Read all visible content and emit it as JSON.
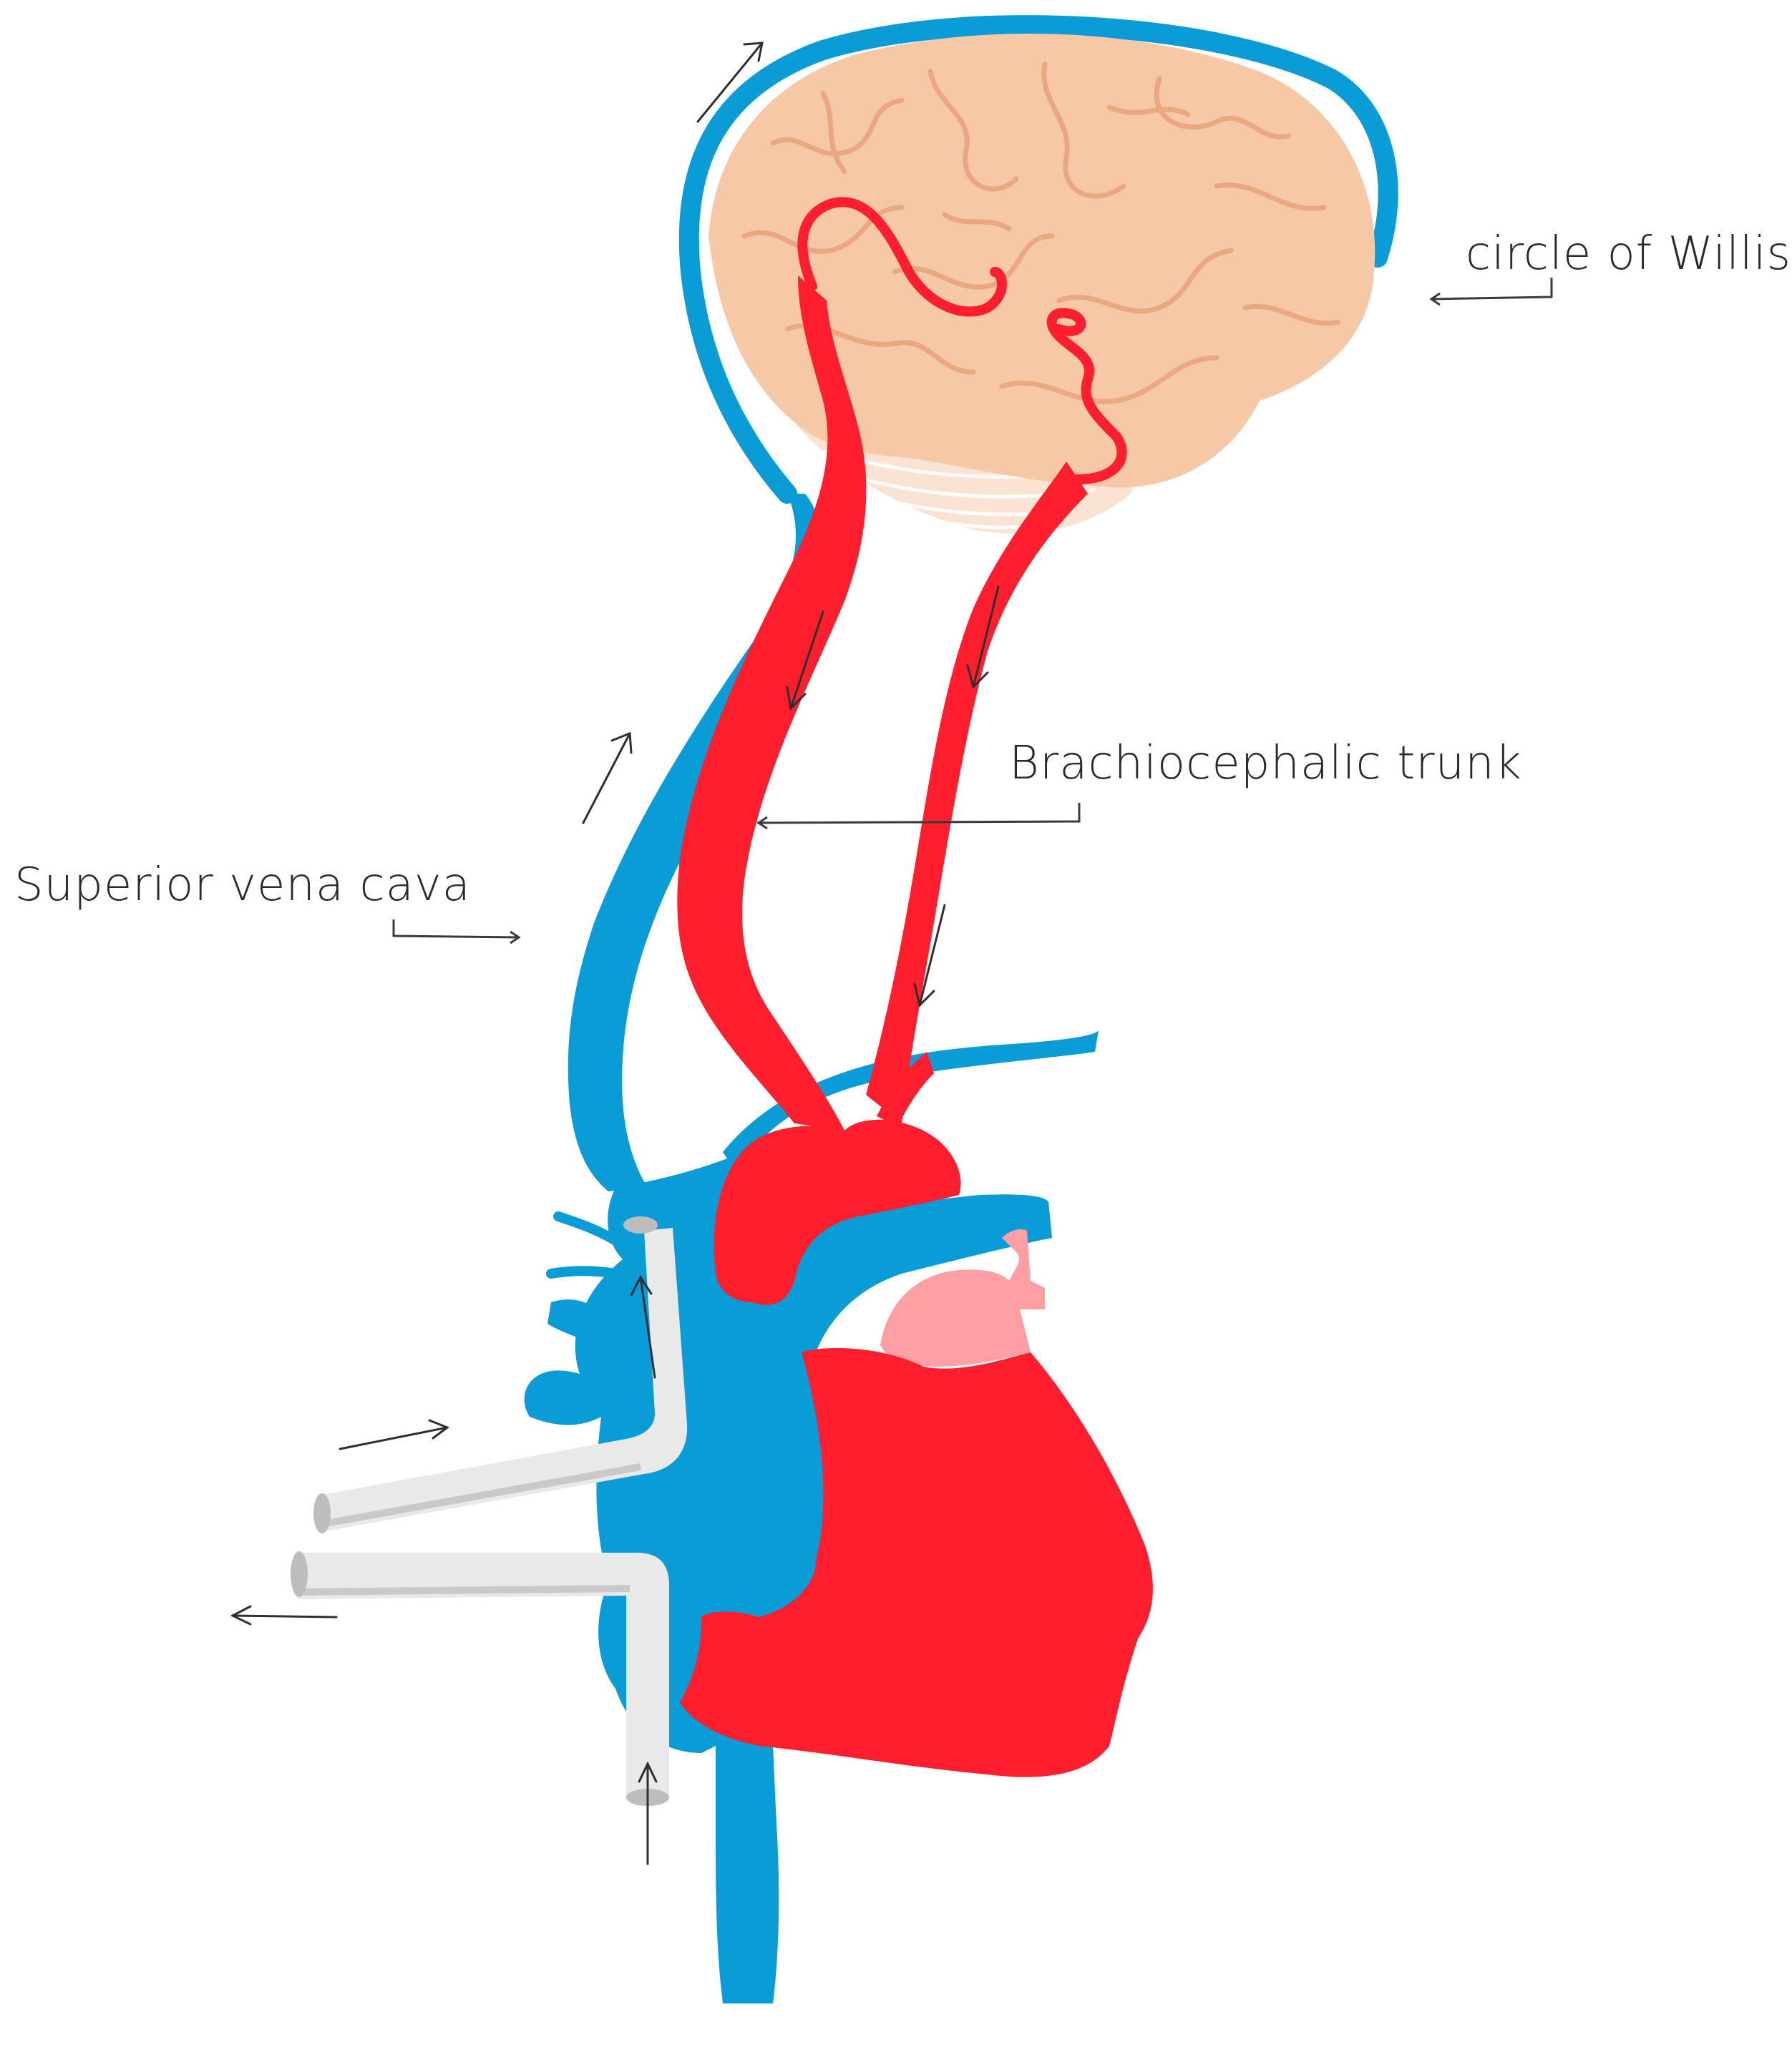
{
  "labels": {
    "circle_of_willis": "circle of Willis",
    "brachiocephalic_trunk": "Brachiocephalic trunk",
    "superior_vena_cava": "Superior vena cava"
  },
  "colors": {
    "artery": "#ff1e2d",
    "vein": "#0a9cd6",
    "brain": "#f6c8a6",
    "brain_folds": "#e9a27c",
    "cerebellum": "#fbe3d3",
    "pulmonary": "#ff9fa4",
    "cannula": "#e9e9e9",
    "arrow": "#2f2f2f"
  }
}
